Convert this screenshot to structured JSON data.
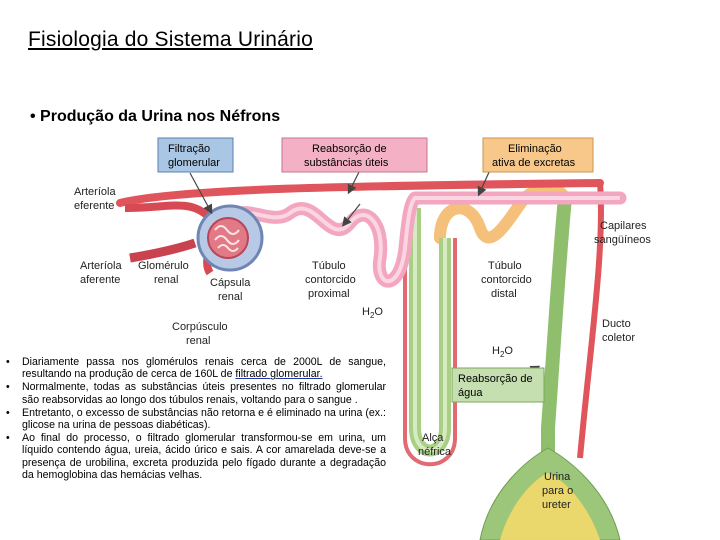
{
  "title": "Fisiologia do Sistema Urinário",
  "subtitle": "• Produção da Urina nos Néfrons",
  "diagram": {
    "boxes": {
      "filtration": [
        "Filtração",
        "glomerular"
      ],
      "reabsorption": [
        "Reabsorção de",
        "substâncias úteis"
      ],
      "elimination": [
        "Eliminação",
        "ativa de excretas"
      ],
      "water_reabsorption": [
        "Reabsorção de",
        "água"
      ]
    },
    "labels": {
      "efferent": [
        "Arteríola",
        "eferente"
      ],
      "afferent": [
        "Arteríola",
        "aferente"
      ],
      "glomerulus": [
        "Glomérulo",
        "renal"
      ],
      "capsule": [
        "Cápsula",
        "renal"
      ],
      "corpuscle": [
        "Corpúsculo",
        "renal"
      ],
      "proximal": [
        "Túbulo",
        "contorcido",
        "proximal"
      ],
      "distal": [
        "Túbulo",
        "contorcido",
        "distal"
      ],
      "capillaries": [
        "Capilares",
        "sangüíneos"
      ],
      "collecting_duct": [
        "Ducto",
        "coletor"
      ],
      "loop": [
        "Alça",
        "néfrica"
      ],
      "urine": [
        "Urina",
        "para o",
        "ureter"
      ],
      "water1": "H",
      "water2": "H",
      "water_sub": "2",
      "water_tail": "O"
    },
    "colors": {
      "tubule_pink": "#f2a6bf",
      "vessel_red": "#e0545c",
      "distal_orange": "#f4c07a",
      "duct_green": "#9cc77a",
      "box_blue": "#a9c6e4",
      "box_pink": "#f4b0c4",
      "box_orange": "#f7c88a",
      "box_green": "#c6dfb0"
    }
  },
  "bullets": [
    {
      "text": "Diariamente passa nos glomérulos renais cerca de 2000L de sangue, resultando na produção de cerca de 160L de ",
      "link": "filtrado glomerular.",
      "tail": ""
    },
    {
      "text": "Normalmente, todas as substâncias úteis presentes no filtrado glomerular são reabsorvidas ao longo dos túbulos renais, voltando para o sangue .",
      "link": "",
      "tail": ""
    },
    {
      "text": "Entretanto, o excesso de substâncias não retorna e é eliminado na urina (ex.: glicose na urina de pessoas diabéticas).",
      "link": "",
      "tail": ""
    },
    {
      "text": "Ao final do processo, o filtrado glomerular transformou-se em urina, um líquido contendo água, ureia, ácido úrico e sais. A cor amarelada deve-se a presença de urobilina, excreta produzida pelo fígado durante a degradação da hemoglobina das hemácias velhas.",
      "link": "",
      "tail": ""
    }
  ]
}
